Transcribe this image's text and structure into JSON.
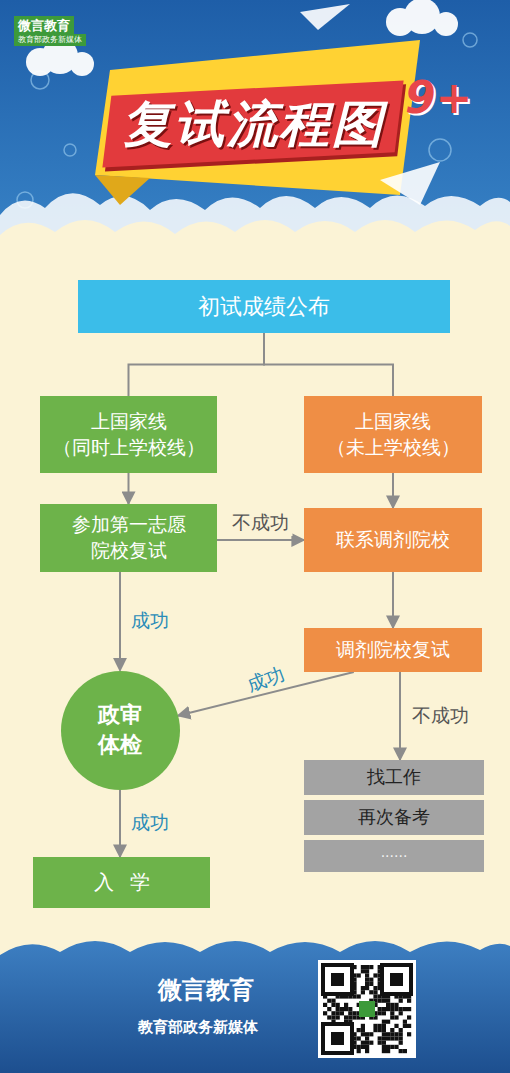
{
  "diagram": {
    "title": "复试流程图",
    "nodes": [
      {
        "text": [
          "初试成绩公布"
        ]
      },
      {
        "text": [
          "上国家线 （同时上学校线）"
        ]
      },
      {
        "text": [
          "上国家线 （未上学校线）"
        ]
      },
      {
        "text": [
          "参加第一志愿 院校复试"
        ]
      },
      {
        "text": [
          "联系调剂院校"
        ]
      },
      {
        "text": [
          "调剂院校复试"
        ]
      },
      {
        "text": [
          "政审 体检"
        ]
      },
      {
        "text": [
          "找工作"
        ]
      },
      {
        "text": [
          "再次备考"
        ]
      },
      {
        "text": [
          "······"
        ]
      },
      {
        "text": [
          "入学"
        ]
      }
    ],
    "edges": [
      {
        "from": 0,
        "to": 1,
        "arrow": "none"
      },
      {
        "from": 0,
        "to": 2,
        "arrow": "none"
      },
      {
        "from": 1,
        "to": 3,
        "arrow": "to"
      },
      {
        "from": 2,
        "to": 4,
        "arrow": "to"
      },
      {
        "from": 3,
        "to": 4,
        "label": "不成功",
        "arrow": "to"
      },
      {
        "from": 3,
        "to": 6,
        "label": "成功",
        "arrow": "to"
      },
      {
        "from": 4,
        "to": 5,
        "arrow": "to"
      },
      {
        "from": 5,
        "to": 6,
        "label": "成功",
        "arrow": "to"
      },
      {
        "from": 5,
        "to": 7,
        "label": "不成功",
        "arrow": "to"
      },
      {
        "from": 6,
        "to": 10,
        "label": "成功",
        "arrow": "to"
      }
    ],
    "labels": [
      "微言教育",
      "教育部政务新媒体",
      "9+",
      "微言教育",
      "教育部政务新媒体"
    ]
  }
}
